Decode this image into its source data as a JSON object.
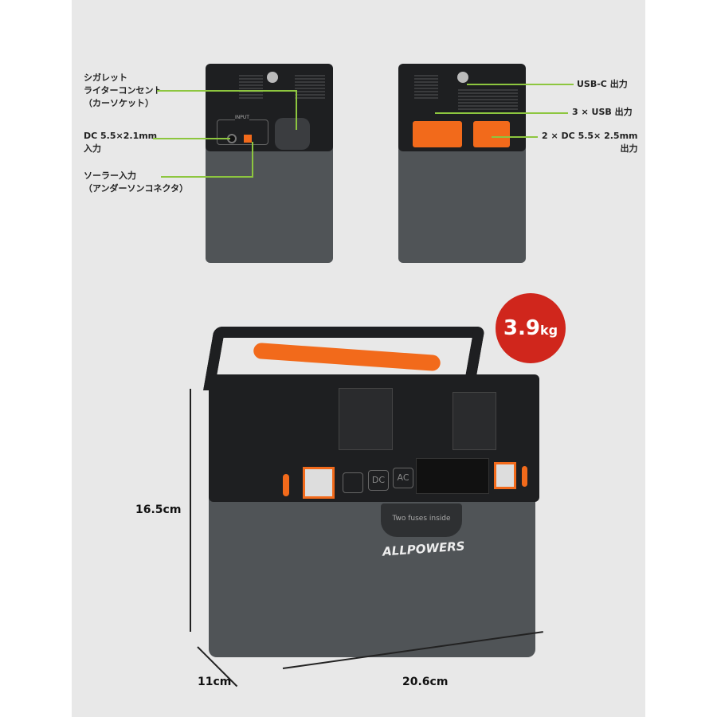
{
  "left_view": {
    "labels": [
      "シガレット\nライターコンセント\n（カーソケット）",
      "DC 5.5×2.1mm\n入力",
      "ソーラー入力\n（アンダーソンコネクタ）"
    ],
    "panel_label": "INPUT"
  },
  "right_view": {
    "labels": [
      "USB-C 出力",
      "3 × USB 出力",
      "2 × DC 5.5× 2.5mm\n出力"
    ]
  },
  "main": {
    "weight_badge": {
      "value": "3.9",
      "unit": "kg",
      "color": "#d0261c"
    },
    "height": "16.5cm",
    "depth": "11cm",
    "width": "20.6cm",
    "buttons": [
      "DC",
      "AC"
    ],
    "fuse_text": "Two fuses inside",
    "brand": "ALLPOWERS"
  },
  "colors": {
    "callout_line": "#8dc63f",
    "accent": "#f26a1b",
    "body": "#505457",
    "top": "#1e1f21"
  }
}
